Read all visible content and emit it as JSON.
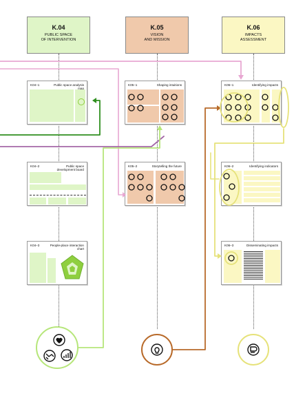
{
  "columns": [
    {
      "code": "K.04",
      "name": "PUBLIC SPACE\nOF INTERVENTION",
      "color": "#dff5c7"
    },
    {
      "code": "K.05",
      "name": "VISION\nAND MISSION",
      "color": "#f0c9ab"
    },
    {
      "code": "K.06",
      "name": "IMPACTS\nASSESSMENT",
      "color": "#fbf7c3"
    }
  ],
  "cards": {
    "k04_1": {
      "id": "K04–1",
      "title": "Public space analysis map"
    },
    "k04_2": {
      "id": "K04–2",
      "title": "Public space development board"
    },
    "k04_3": {
      "id": "K04–3",
      "title": "People-place interaction chart"
    },
    "k05_1": {
      "id": "K05–1",
      "title": "Shaping intuitions"
    },
    "k05_2": {
      "id": "K05–2",
      "title": "Storytelling the future"
    },
    "k06_1": {
      "id": "K06–1",
      "title": "Identifying impacts"
    },
    "k06_2": {
      "id": "K06–2",
      "title": "Identifying indicators"
    },
    "k06_3": {
      "id": "K06–3",
      "title": "Disseminating impacts"
    }
  },
  "colors": {
    "green": "#8fcf3f",
    "dark_green": "#2f8f1f",
    "pink": "#e8a7d2",
    "purple": "#a567a8",
    "brown": "#b86a2a",
    "yellow": "#e6e27a",
    "light_green_fill": "#dff5c7",
    "peach_fill": "#f0c9ab",
    "yellow_fill": "#fbf7c3"
  },
  "icons": [
    "heart-hand-icon",
    "handshake-icon",
    "growth-chart-icon",
    "lightbulb-icon",
    "hand-coin-icon"
  ]
}
